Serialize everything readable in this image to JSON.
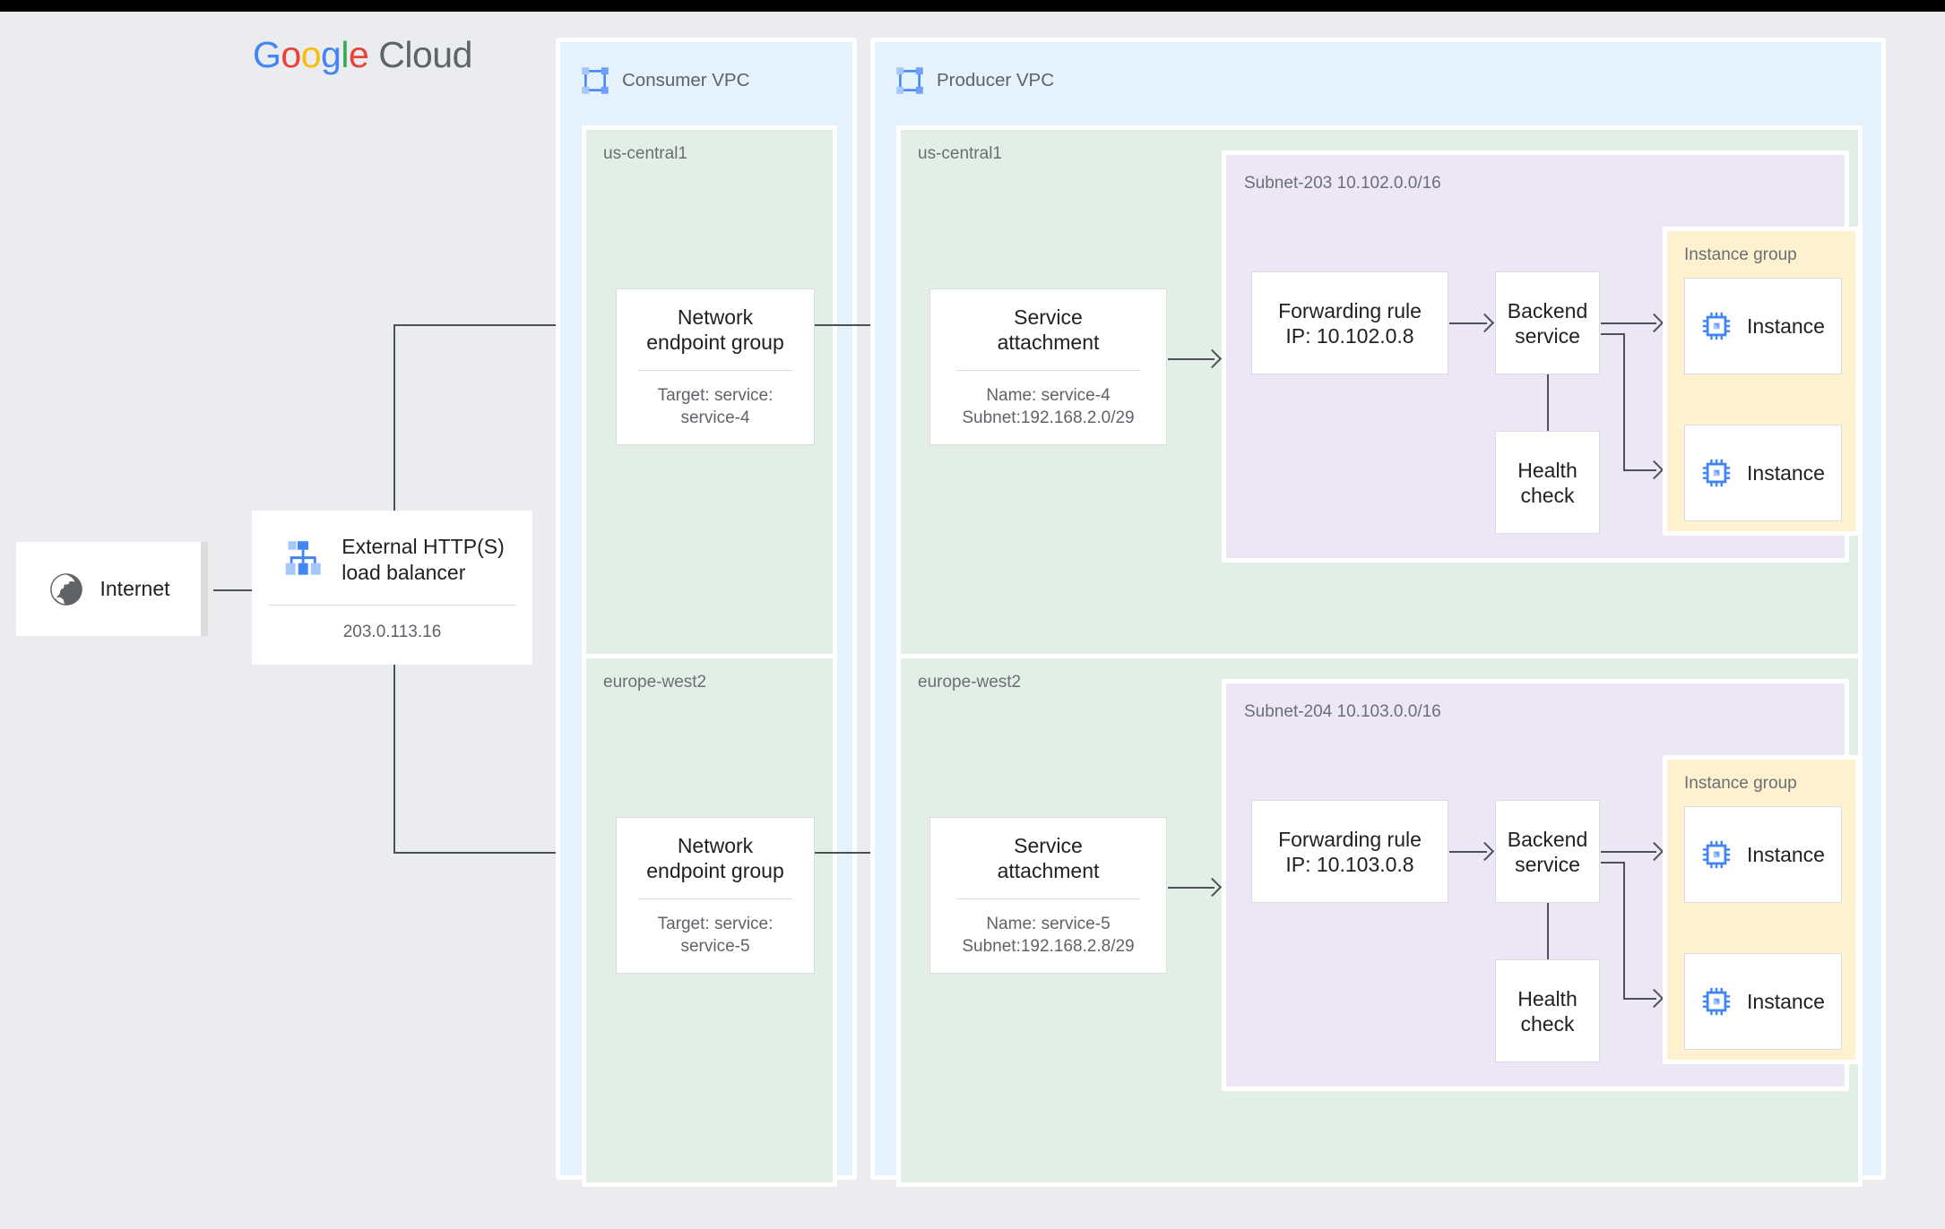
{
  "brand": {
    "logo_google": [
      "G",
      "o",
      "o",
      "g",
      "l",
      "e"
    ],
    "logo_cloud": "Cloud",
    "colors": {
      "blue": "#4285F4",
      "red": "#EA4335",
      "yellow": "#FBBC05",
      "green": "#34A853",
      "grey": "#5F6368",
      "vpc_bg": "#e3f2fd",
      "region_bg": "#e2efe6",
      "subnet_bg": "#ece6f6",
      "instance_group_bg": "#fdf1cf",
      "canvas_bg": "#eaecef",
      "connector": "#4d5156"
    }
  },
  "internet": {
    "label": "Internet",
    "icon": "globe-icon"
  },
  "load_balancer": {
    "title": "External HTTP(S)\nload balancer",
    "ip": "203.0.113.16",
    "icon": "load-balancer-icon"
  },
  "consumer_vpc": {
    "title": "Consumer VPC",
    "icon": "vpc-icon",
    "regions": [
      {
        "name": "us-central1",
        "node": {
          "title": "Network\nendpoint group",
          "sub": "Target: service:\nservice-4"
        }
      },
      {
        "name": "europe-west2",
        "node": {
          "title": "Network\nendpoint group",
          "sub": "Target: service:\nservice-5"
        }
      }
    ]
  },
  "producer_vpc": {
    "title": "Producer VPC",
    "icon": "vpc-icon",
    "regions": [
      {
        "name": "us-central1",
        "service_attachment": {
          "title": "Service\nattachment",
          "sub": "Name: service-4\nSubnet:192.168.2.0/29"
        },
        "subnet": {
          "label": "Subnet-203\n10.102.0.0/16",
          "forwarding_rule": "Forwarding rule\nIP: 10.102.0.8",
          "backend_service": "Backend\nservice",
          "health_check": "Health\ncheck",
          "instance_group": {
            "label": "Instance group",
            "instances": [
              {
                "label": "Instance",
                "icon": "vm-instance-icon"
              },
              {
                "label": "Instance",
                "icon": "vm-instance-icon"
              }
            ]
          }
        }
      },
      {
        "name": "europe-west2",
        "service_attachment": {
          "title": "Service\nattachment",
          "sub": "Name: service-5\nSubnet:192.168.2.8/29"
        },
        "subnet": {
          "label": "Subnet-204\n10.103.0.0/16",
          "forwarding_rule": "Forwarding rule\nIP: 10.103.0.8",
          "backend_service": "Backend\nservice",
          "health_check": "Health\ncheck",
          "instance_group": {
            "label": "Instance group",
            "instances": [
              {
                "label": "Instance",
                "icon": "vm-instance-icon"
              },
              {
                "label": "Instance",
                "icon": "vm-instance-icon"
              }
            ]
          }
        }
      }
    ]
  }
}
